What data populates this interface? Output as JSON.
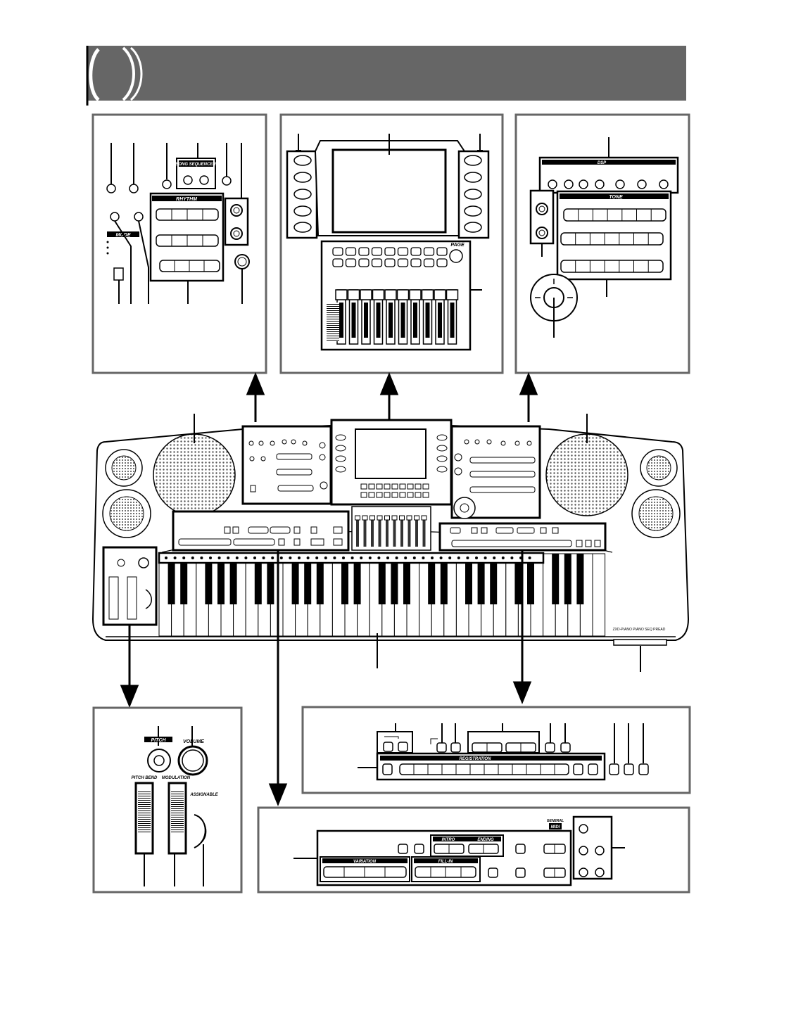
{
  "diagram": {
    "rhythm_panel": {
      "title_bar": "SONG SEQUENCER",
      "rhythm_label": "RHYTHM",
      "mode_label": "MODE"
    },
    "display_panel": {
      "page_label": "PAGE"
    },
    "tone_panel": {
      "dsp_label": "DSP",
      "tone_label": "TONE"
    },
    "pitch_panel": {
      "pitch_label": "PITCH",
      "volume_label": "VOLUME",
      "pitch_bend_label": "PITCH BEND",
      "modulation_label": "MODULATION",
      "assignable_label": "ASSIGNABLE"
    },
    "registration_panel": {
      "registration_label": "REGISTRATION"
    },
    "accomp_panel": {
      "intro_label": "INTRO",
      "ending_label": "ENDING",
      "variation_label": "VARIATION",
      "fill_in_label": "FILL-IN",
      "general_label": "GENERAL",
      "midi_label": "MIDI"
    },
    "keyboard": {
      "model_text": "ZXD-PIANO PIANO SEQ PREAD"
    }
  }
}
